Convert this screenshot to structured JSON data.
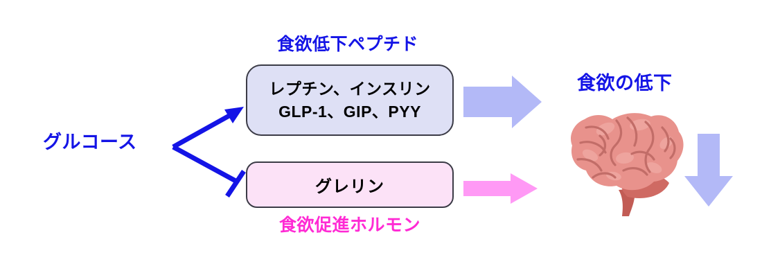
{
  "diagram": {
    "title_text": "",
    "source_label": "グルコース",
    "nodes": {
      "anorexigenic": {
        "heading": "食欲低下ペプチド",
        "line1": "レプチン、インスリン",
        "line2": "GLP-1、GIP、PYY",
        "fill_color": "#dee0f5",
        "border_color": "#3b3b46"
      },
      "orexigenic": {
        "heading": "食欲促進ホルモン",
        "line1": "グレリン",
        "fill_color": "#fce2f7",
        "border_color": "#3b3b46"
      }
    },
    "outcome": {
      "label": "食欲の低下",
      "organ_icon": "brain-icon",
      "trend_icon": "down-arrow-icon"
    },
    "connectors": {
      "activation": {
        "icon": "arrow-head-icon",
        "meaning": "stimulates",
        "color": "#1414e6"
      },
      "inhibition": {
        "icon": "tee-bar-icon",
        "meaning": "inhibits",
        "color": "#1414e6"
      },
      "anorexigenic_to_brain": {
        "icon": "block-arrow-right-icon",
        "color": "#b3b9f7"
      },
      "orexigenic_to_brain": {
        "icon": "block-arrow-right-icon",
        "color": "#ff99f5"
      },
      "appetite_trend": {
        "icon": "block-arrow-down-icon",
        "color": "#b3b9f7"
      }
    },
    "colors": {
      "blue_text": "#1414e6",
      "magenta_text": "#ff2ad4",
      "brain_fill": "#e8928c",
      "brain_shade": "#c96f6c",
      "background": "#ffffff"
    }
  }
}
